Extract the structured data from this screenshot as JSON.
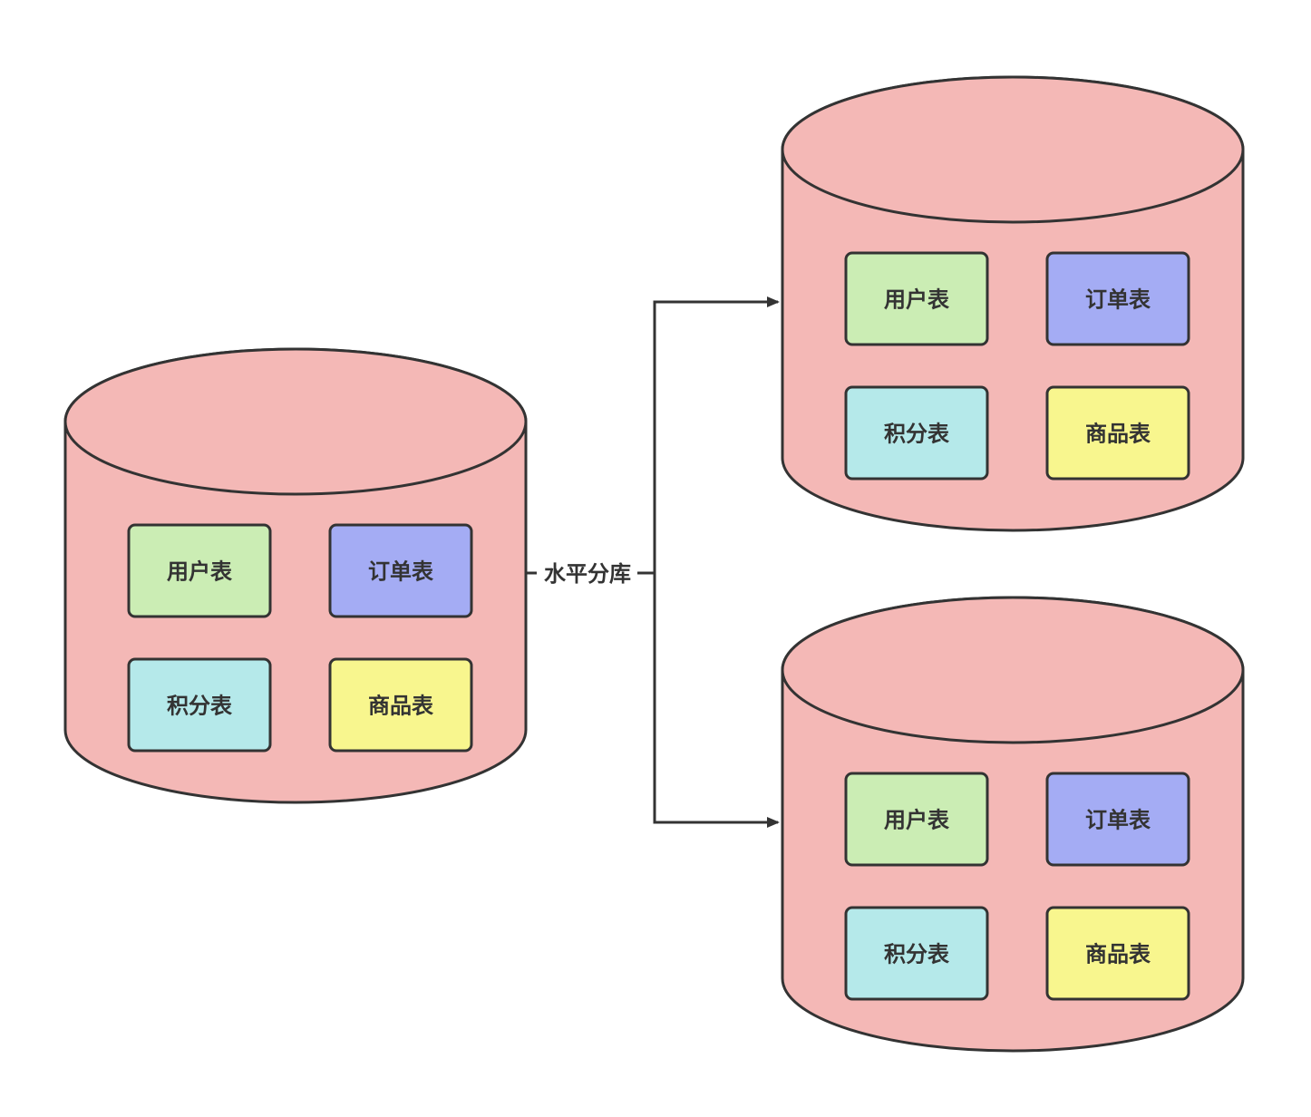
{
  "diagram": {
    "type": "database-sharding",
    "edge_label": "水平分库",
    "colors": {
      "database_fill": "#f4b8b6",
      "stroke": "#333333",
      "users_table": "#cbedb4",
      "orders_table": "#a4acf4",
      "points_table": "#b5e9ea",
      "products_table": "#f8f68e",
      "background": "#ffffff"
    },
    "databases": [
      {
        "id": "source",
        "role": "source",
        "tables": [
          {
            "label": "用户表",
            "kind": "users"
          },
          {
            "label": "订单表",
            "kind": "orders"
          },
          {
            "label": "积分表",
            "kind": "points"
          },
          {
            "label": "商品表",
            "kind": "products"
          }
        ]
      },
      {
        "id": "shard-1",
        "role": "target",
        "tables": [
          {
            "label": "用户表",
            "kind": "users"
          },
          {
            "label": "订单表",
            "kind": "orders"
          },
          {
            "label": "积分表",
            "kind": "points"
          },
          {
            "label": "商品表",
            "kind": "products"
          }
        ]
      },
      {
        "id": "shard-2",
        "role": "target",
        "tables": [
          {
            "label": "用户表",
            "kind": "users"
          },
          {
            "label": "订单表",
            "kind": "orders"
          },
          {
            "label": "积分表",
            "kind": "points"
          },
          {
            "label": "商品表",
            "kind": "products"
          }
        ]
      }
    ],
    "edges": [
      {
        "from": "source",
        "to": "shard-1",
        "label": "水平分库"
      },
      {
        "from": "source",
        "to": "shard-2",
        "label": "水平分库"
      }
    ]
  }
}
